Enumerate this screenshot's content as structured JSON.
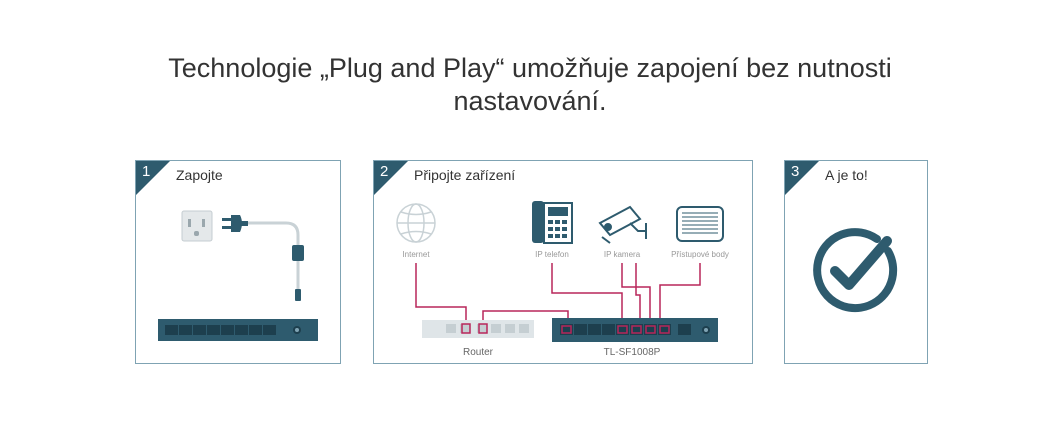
{
  "headline": {
    "line1": "Technologie „Plug and Play“ umožňuje zapojení bez nutnosti",
    "line2": "nastavování."
  },
  "steps": [
    {
      "number": "1",
      "title": "Zapojte"
    },
    {
      "number": "2",
      "title": "Připojte zařízení"
    },
    {
      "number": "3",
      "title": "A je to!"
    }
  ],
  "devices": {
    "internet": "Internet",
    "ip_phone": "IP telefon",
    "ip_camera": "IP kamera",
    "access_points": "Přístupové body",
    "router": "Router",
    "switch": "TL-SF1008P"
  },
  "colors": {
    "accent": "#2e5b6e",
    "link": "#b8265a",
    "border": "#7fa3b3",
    "faded": "#c9d2d6"
  },
  "icons": [
    "power-outlet-icon",
    "power-plug-icon",
    "globe-icon",
    "ip-phone-icon",
    "ip-camera-icon",
    "access-point-icon",
    "checkmark-circle-icon"
  ]
}
